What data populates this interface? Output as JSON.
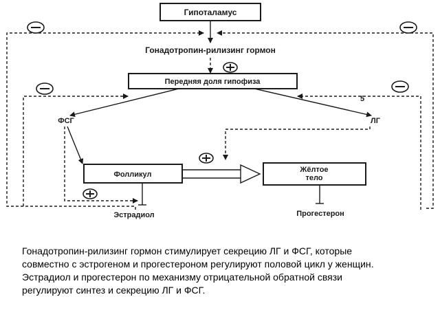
{
  "diagram": {
    "hypothalamus": "Гипоталамус",
    "gnrh": "Гонадотропин-рилизинг гормон",
    "pituitary": "Передняя доля гипофиза",
    "fsh": "ФСГ",
    "lh": "ЛГ",
    "follicle": "Фолликул",
    "corpus_luteum_line1": "Жёлтое",
    "corpus_luteum_line2": "тело",
    "estradiol": "Эстрадиол",
    "progesterone": "Прогестерон",
    "stray_mark": "5"
  },
  "caption": {
    "line1": "Гонадотропин-рилизинг гормон стимулирует секрецию ЛГ и ФСГ, которые",
    "line2": "совместно с эстрогеном и прогестероном регулируют половой цикл у женщин.",
    "line3": "Эстрадиол и прогестерон по механизму отрицательной обратной связи",
    "line4": "регулируют синтез и секрецию ЛГ и ФСГ."
  }
}
